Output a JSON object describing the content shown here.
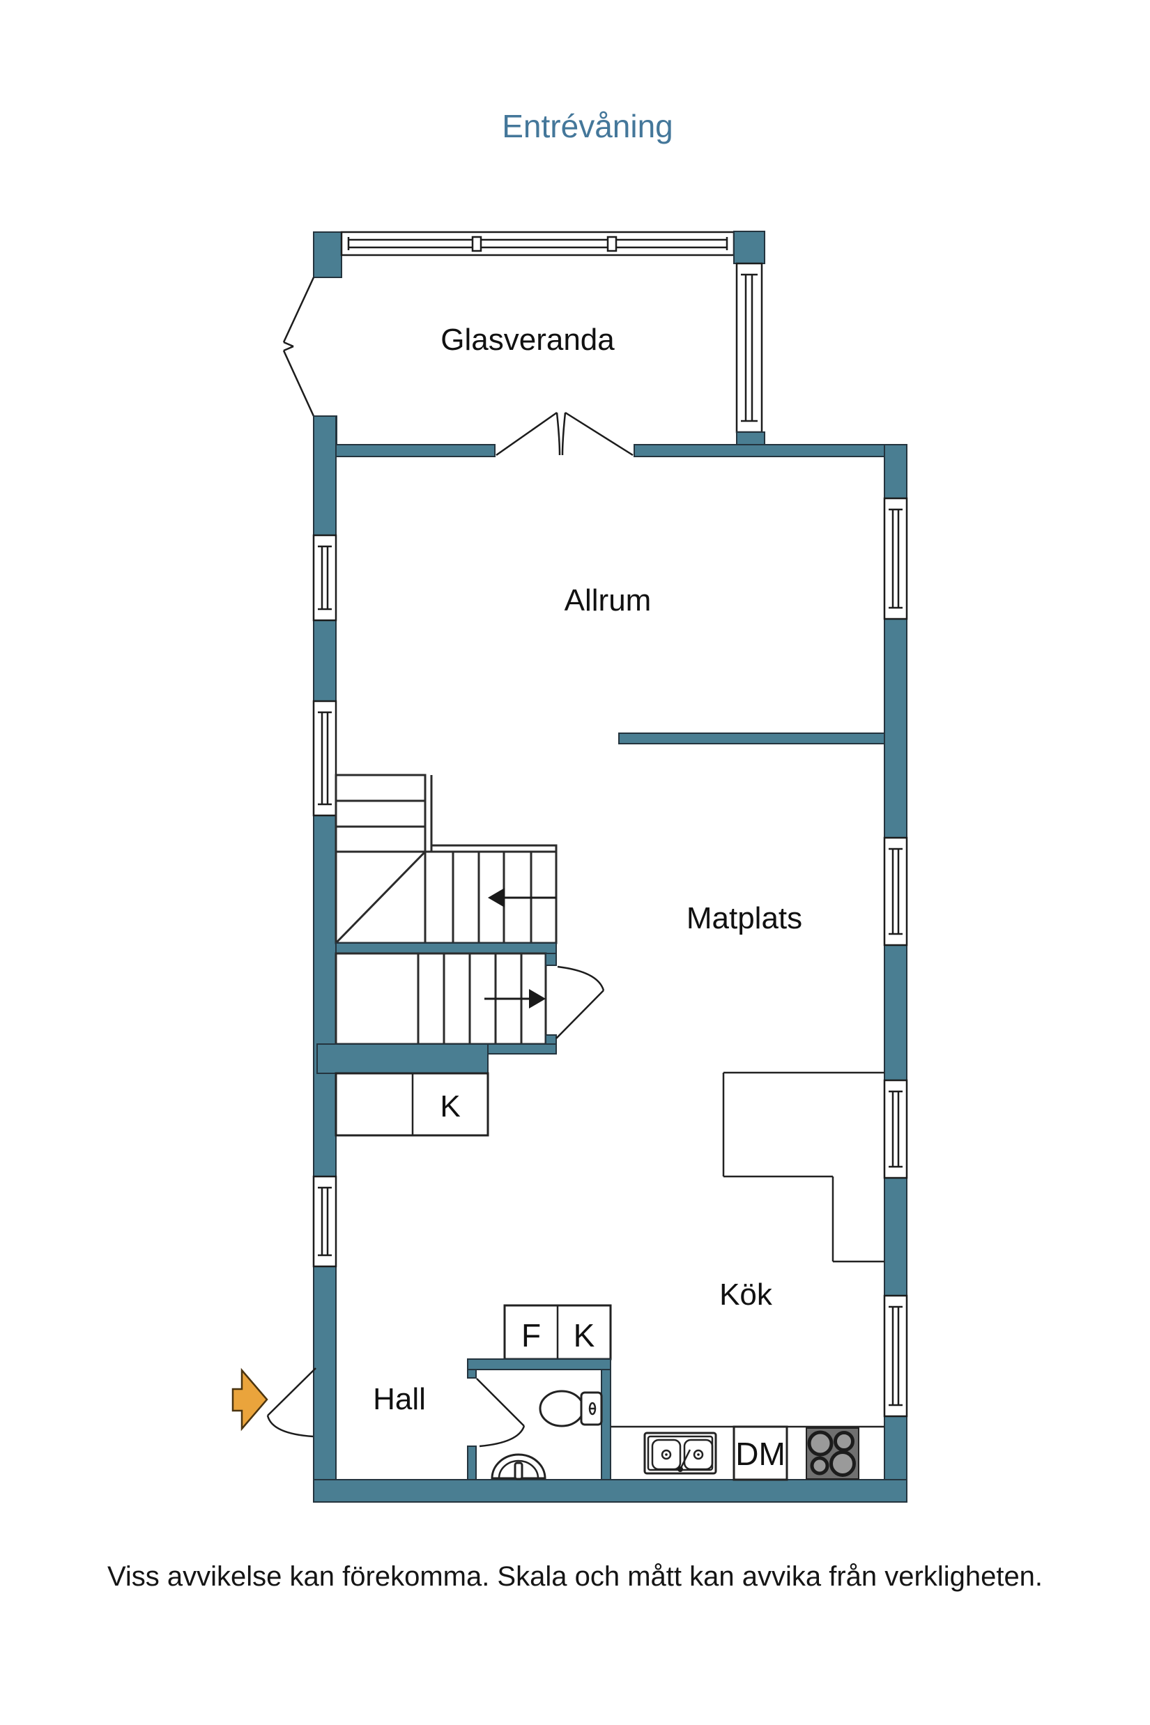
{
  "title": "Entrévåning",
  "disclaimer": "Viss avvikelse kan förekomma. Skala och mått kan avvika från verkligheten.",
  "rooms": {
    "glasveranda": {
      "label": "Glasveranda"
    },
    "allrum": {
      "label": "Allrum"
    },
    "matplats": {
      "label": "Matplats"
    },
    "kok": {
      "label": "Kök"
    },
    "hall": {
      "label": "Hall"
    }
  },
  "fixtures": {
    "closet": {
      "label": "K"
    },
    "fridge": {
      "label": "F"
    },
    "freezer": {
      "label": "K"
    },
    "dishwasher": {
      "label": "DM"
    }
  },
  "icons": [
    "entrance-arrow-icon",
    "door-swing-icon",
    "window-symbol-icon",
    "stair-up-arrow-icon",
    "stair-down-arrow-icon",
    "toilet-icon",
    "washbasin-icon",
    "kitchen-sink-icon",
    "stove-icon"
  ],
  "colors": {
    "wall": "#4a7e92",
    "title_text": "#44779a",
    "label_text": "#111111",
    "arrow_fill": "#eaa43c",
    "arrow_outline": "#4a3410",
    "stove_body": "#707070",
    "background": "#ffffff"
  }
}
